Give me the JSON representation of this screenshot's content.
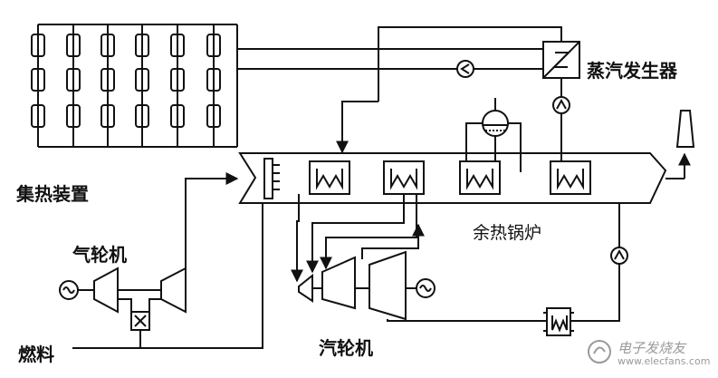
{
  "labels": {
    "steam_generator": "蒸汽发生器",
    "collector": "集热装置",
    "gas_turbine": "气轮机",
    "hrsg": "余热锅炉",
    "fuel": "燃料",
    "steam_turbine": "汽轮机"
  },
  "watermark": {
    "text": "电子发烧友",
    "site": "www.elecfans.com"
  },
  "colors": {
    "line": "#111111",
    "background": "#ffffff",
    "watermark": "#9a9a9a"
  }
}
